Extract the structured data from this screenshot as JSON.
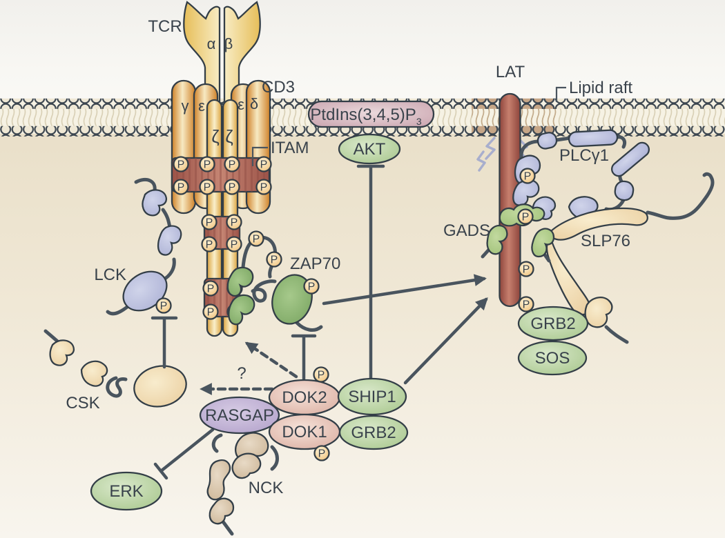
{
  "figure": {
    "description": "T-cell receptor signalling pathway with DOK proteins"
  },
  "membrane": {
    "lipid_raft_label": "Lipid raft"
  },
  "receptor": {
    "tcr": "TCR",
    "alpha": "α",
    "beta": "β",
    "cd3": "CD3",
    "gamma": "γ",
    "epsilon_left": "ε",
    "epsilon_right": "ε",
    "delta": "δ",
    "zeta_left": "ζ",
    "zeta_right": "ζ",
    "itam": "ITAM"
  },
  "phospho": {
    "label": "P"
  },
  "molecules": {
    "ptdins": {
      "main": "PtdIns(3,4,5)P",
      "sub": "3"
    },
    "akt": "AKT",
    "lat": "LAT",
    "plcg1": "PLCγ1",
    "gads": "GADS",
    "slp76": "SLP76",
    "grb2_lat": "GRB2",
    "sos": "SOS",
    "lck": "LCK",
    "zap70": "ZAP70",
    "csk": "CSK",
    "rasgap": "RASGAP",
    "dok2": "DOK2",
    "dok1": "DOK1",
    "ship1": "SHIP1",
    "grb2_dok": "GRB2",
    "erk": "ERK",
    "nck": "NCK"
  },
  "annotations": {
    "uncertain": "?"
  },
  "palette": {
    "background_top": "#f7f6f2",
    "background_lower": "#e9dfc8",
    "membrane_head": "#efe8d5",
    "lipid_raft_head": "#c6a687",
    "outline": "#333e47",
    "chain": "#49545e",
    "tcr_yellow": "#eecd74",
    "cd3_orange": "#dd9a3e",
    "itam_maroon": "#a95f53",
    "lat_maroon": "#a2564b",
    "phospho_circle": "#f2cf92",
    "green_node": "#b7d0a0",
    "zap70_green": "#83ad68",
    "gads_green": "#a8c87d",
    "rose_node": "#dcb2a4",
    "purple_node": "#b6a6cc",
    "periwinkle": "#b5b9d8",
    "cream_node": "#f1d9ab",
    "tan_node": "#d7c3a8",
    "ptdins_pink": "#cfabb3",
    "text": "#39424b"
  }
}
